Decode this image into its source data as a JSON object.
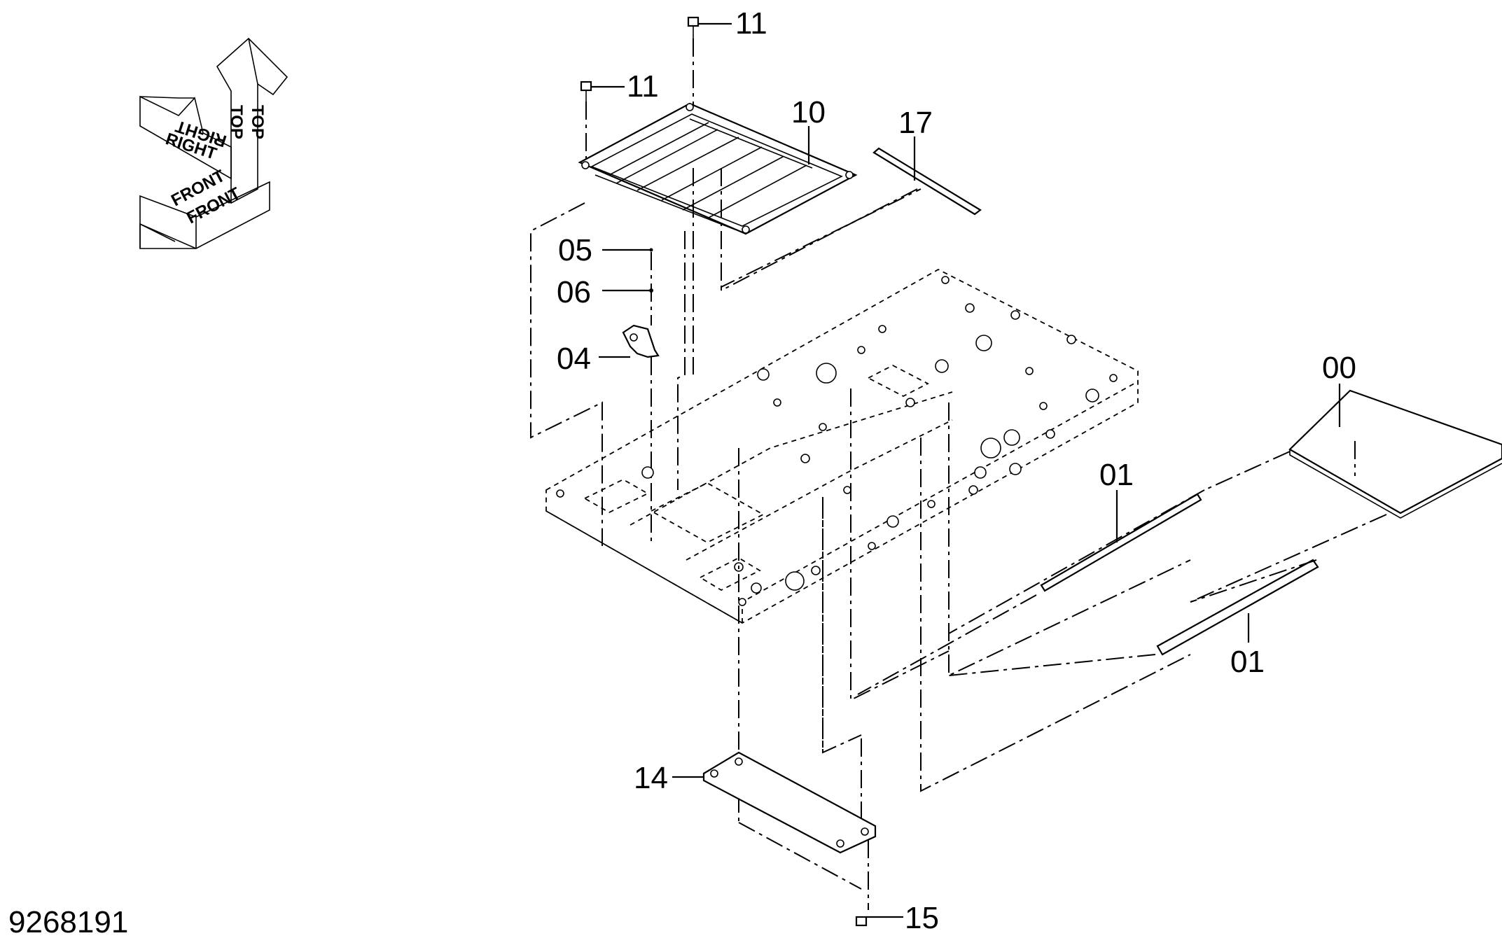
{
  "drawing_number": "9268191",
  "orientation_cube": {
    "top_label": "TOP",
    "right_label": "RIGHT",
    "front_label": "FRONT"
  },
  "callouts": {
    "c00": "00",
    "c01_upper": "01",
    "c01_lower": "01",
    "c04": "04",
    "c05": "05",
    "c06": "06",
    "c10": "10",
    "c11_top": "11",
    "c11_left": "11",
    "c14": "14",
    "c15": "15",
    "c17": "17"
  }
}
